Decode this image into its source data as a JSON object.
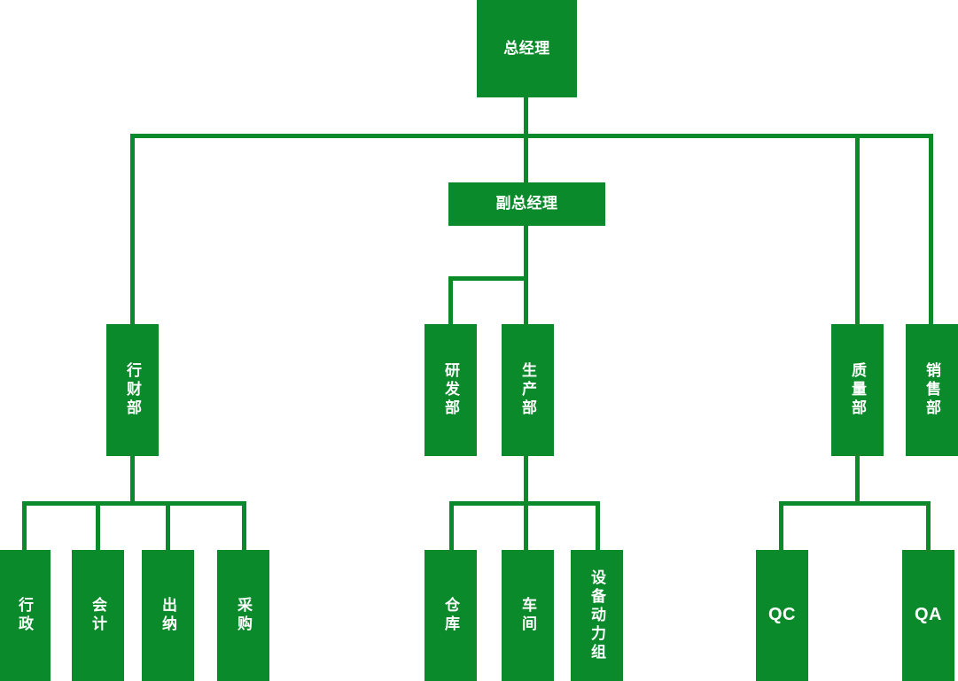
{
  "diagram": {
    "kind": "organization-chart",
    "orientation": "top-down",
    "accent_color": "#0b8a2b",
    "text_color": "#ffffff",
    "background_color": "#ffffff",
    "levels": 4
  },
  "nodes": {
    "general_manager": {
      "label": "总经理"
    },
    "deputy_general_manager": {
      "label": "副总经理"
    },
    "admin_finance_dept": {
      "label": "行财部"
    },
    "rd_dept": {
      "label": "研发部"
    },
    "production_dept": {
      "label": "生产部"
    },
    "quality_dept": {
      "label": "质量部"
    },
    "sales_dept": {
      "label": "销售部"
    },
    "administration": {
      "label": "行政"
    },
    "accounting": {
      "label": "会计"
    },
    "cashier": {
      "label": "出纳"
    },
    "purchasing": {
      "label": "采购"
    },
    "warehouse": {
      "label": "仓库"
    },
    "workshop": {
      "label": "车间"
    },
    "equipment_power_group": {
      "label": "设备动力组"
    },
    "qc": {
      "label": "QC"
    },
    "qa": {
      "label": "QA"
    }
  }
}
